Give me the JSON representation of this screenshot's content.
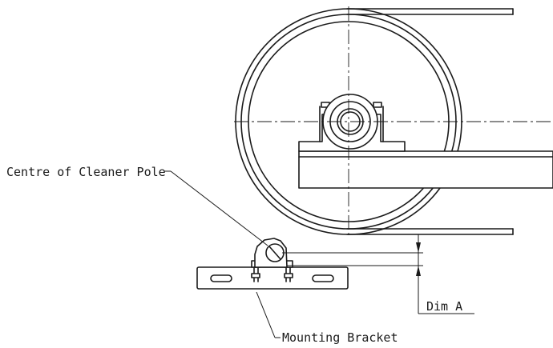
{
  "labels": {
    "cleaner_pole": "Centre of Cleaner Pole",
    "mounting_bracket": "Mounting Bracket",
    "dim_a": "Dim A"
  },
  "colors": {
    "line": "#1a1a1a",
    "background": "#ffffff"
  }
}
